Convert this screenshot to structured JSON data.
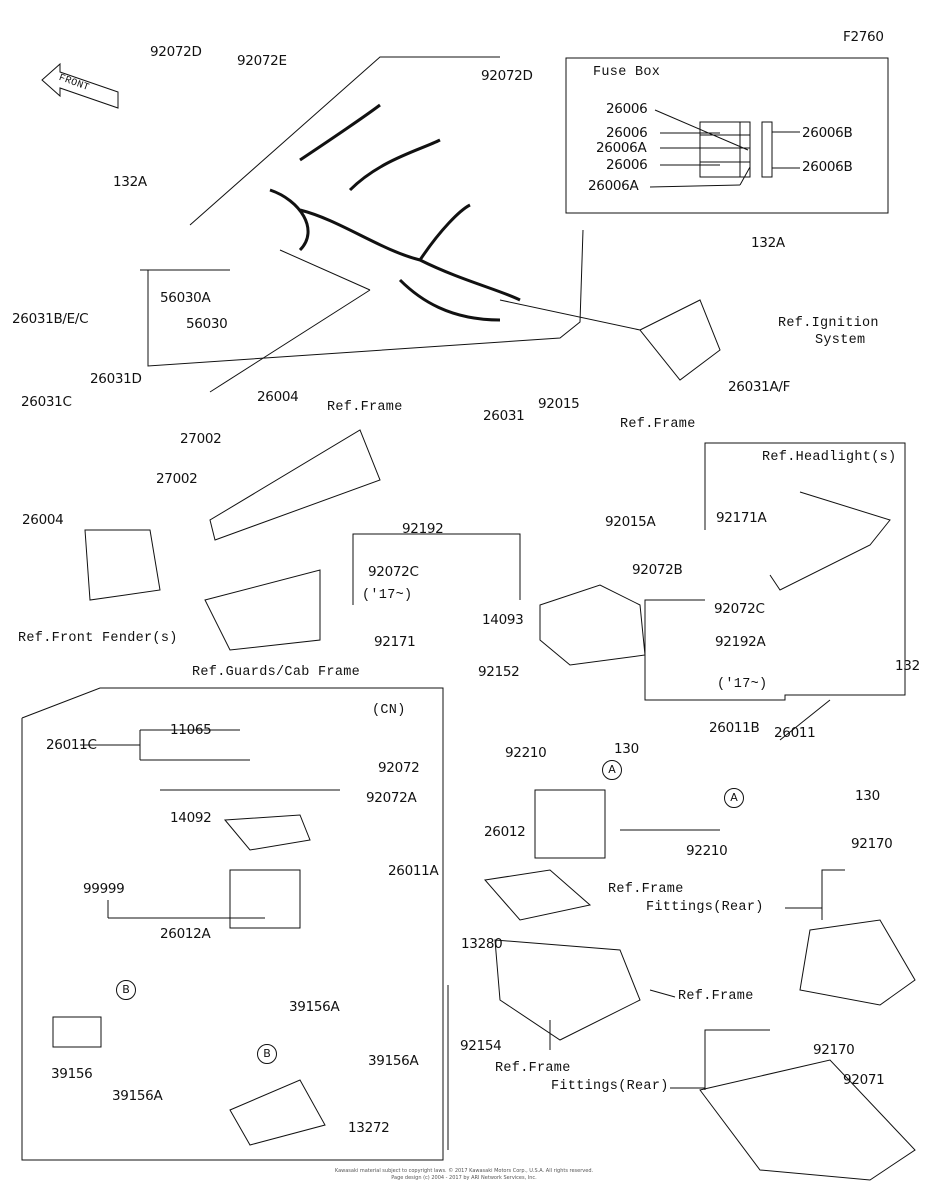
{
  "diagram": {
    "code": "F2760",
    "front_arrow": "FRONT",
    "fuse_box_title": "Fuse Box",
    "cn_label": "(CN)",
    "labels": [
      "92072D",
      "92072E",
      "92072D",
      "26006",
      "26006",
      "26006B",
      "26006A",
      "26006",
      "26006B",
      "26006A",
      "132A",
      "132A",
      "56030A",
      "56030",
      "26031B/E/C",
      "Ref.Ignition",
      "System",
      "26031D",
      "92015",
      "26004",
      "26031A/F",
      "26031C",
      "Ref.Frame",
      "26031",
      "Ref.Frame",
      "27002",
      "Ref.Headlight(s)",
      "27002",
      "26004",
      "92192",
      "92015A",
      "92171A",
      "92072C",
      "('17~)",
      "92072B",
      "14093",
      "92072C",
      "Ref.Front Fender(s)",
      "92171",
      "92192A",
      "92152",
      "Ref.Guards/Cab Frame",
      "132",
      "('17~)",
      "11065",
      "26011C",
      "26011B",
      "26011",
      "92210",
      "130",
      "92072",
      "92072A",
      "14092",
      "26012",
      "130",
      "92210",
      "92170",
      "26011A",
      "Ref.Frame",
      "Fittings(Rear)",
      "99999",
      "26012A",
      "13280",
      "Ref.Frame",
      "39156A",
      "39156A",
      "39156A",
      "39156",
      "92154",
      "92170",
      "Ref.Frame",
      "Fittings(Rear)",
      "92071",
      "13272"
    ],
    "callouts": [
      "A",
      "A",
      "B",
      "B"
    ]
  },
  "footer": {
    "line1": "Kawasaki material subject to copyright laws. © 2017 Kawasaki Motors Corp., U.S.A. All rights reserved.",
    "line2": "Page design (c) 2004 - 2017 by ARI Network Services, Inc."
  }
}
